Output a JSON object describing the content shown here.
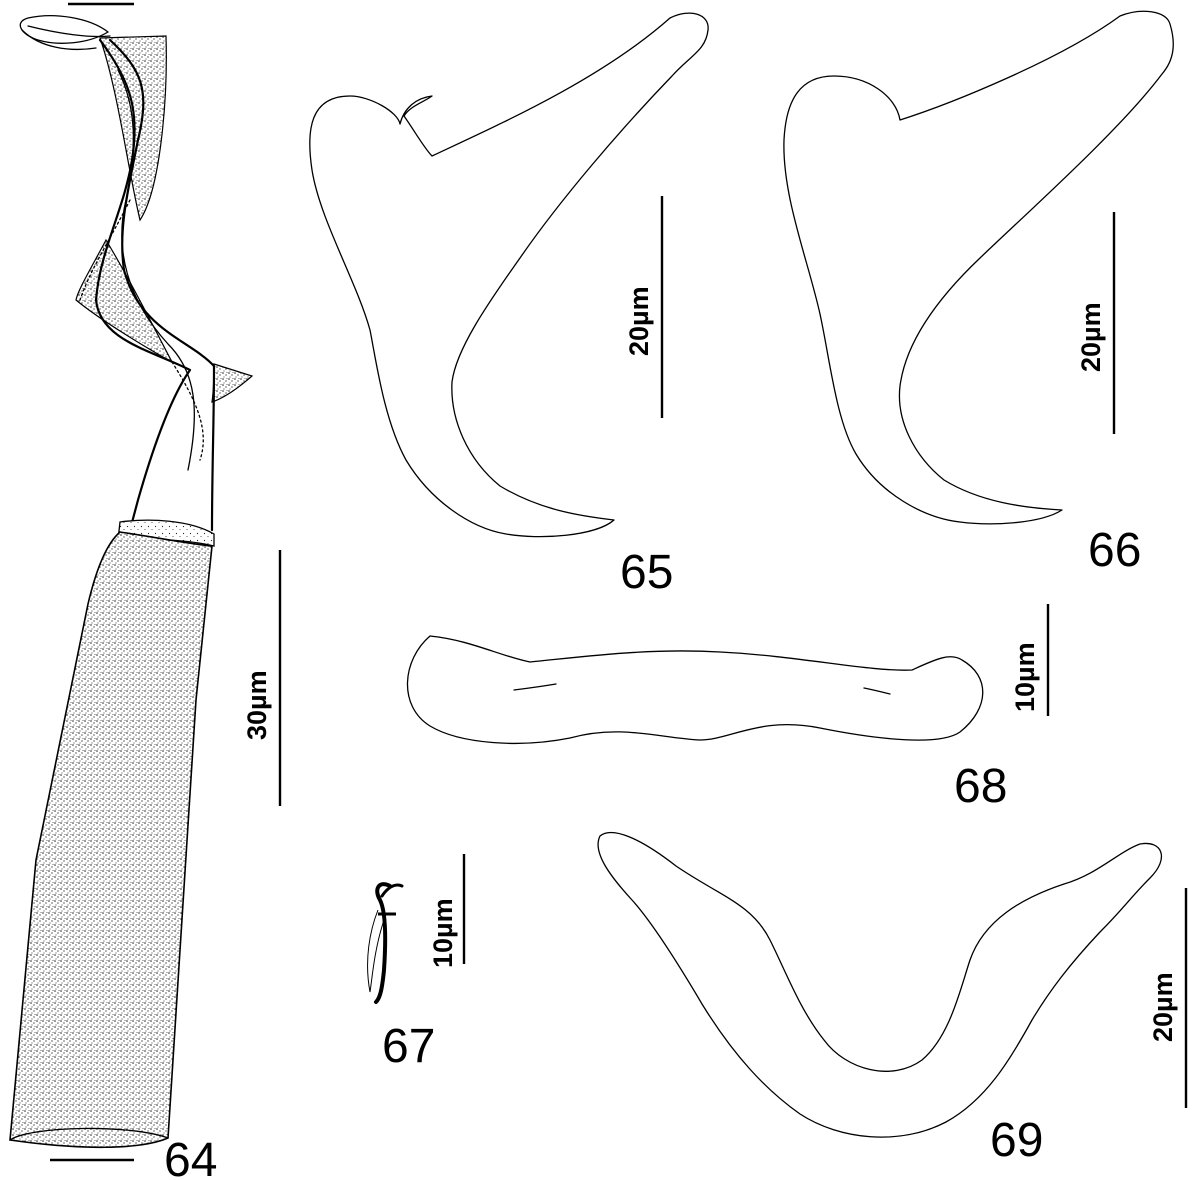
{
  "figures": {
    "fig64": {
      "number": "64",
      "scale_label": "30µm"
    },
    "fig65": {
      "number": "65",
      "scale_label": "20µm"
    },
    "fig66": {
      "number": "66",
      "scale_label": "20µm"
    },
    "fig67": {
      "number": "67",
      "scale_label": "10µm"
    },
    "fig68": {
      "number": "68",
      "scale_label": "10µm"
    },
    "fig69": {
      "number": "69",
      "scale_label": "20µm"
    }
  }
}
